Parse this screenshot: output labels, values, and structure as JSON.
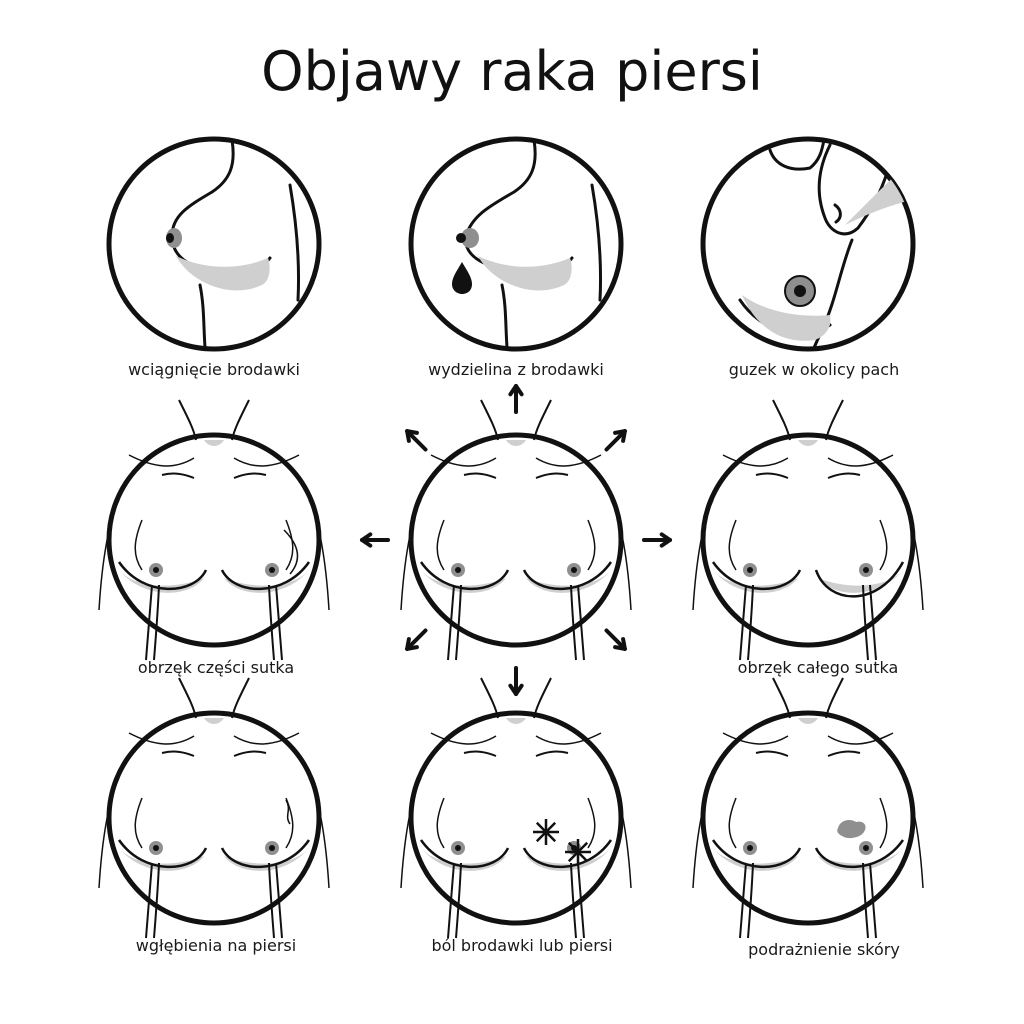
{
  "title": "Objawy raka piersi",
  "colors": {
    "line": "#111111",
    "shade": "#cfcfcf",
    "areola": "#8f8f8f",
    "skin": "#ffffff"
  },
  "panels": [
    {
      "label": "wciągnięcie brodawki",
      "view": "side",
      "variant": "retraction"
    },
    {
      "label": "wydzielina z brodawki",
      "view": "side",
      "variant": "discharge"
    },
    {
      "label": "guzek w okolicy pach",
      "view": "armpit",
      "variant": "lump"
    },
    {
      "label": "obrzęk części sutka",
      "view": "front",
      "variant": "partial-swelling"
    },
    {
      "label": "",
      "view": "front",
      "variant": "normal"
    },
    {
      "label": "obrzęk całego sutka",
      "view": "front",
      "variant": "full-swelling"
    },
    {
      "label": "wgłębienia na piersi",
      "view": "front",
      "variant": "dimpling"
    },
    {
      "label": "ból brodawki lub piersi",
      "view": "front",
      "variant": "pain"
    },
    {
      "label": "podrażnienie skóry",
      "view": "front",
      "variant": "irritation"
    }
  ],
  "arrows": [
    "up",
    "up-right",
    "right",
    "down-right",
    "down",
    "down-left",
    "left",
    "up-left"
  ]
}
